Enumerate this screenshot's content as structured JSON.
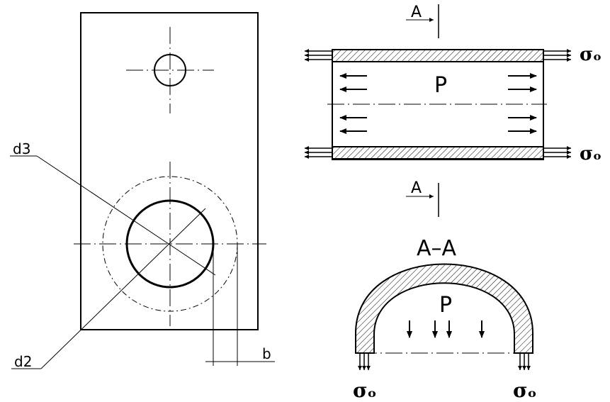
{
  "labels": {
    "d3": "d3",
    "d2": "d2",
    "b": "b",
    "section_mark_top": "A",
    "section_mark_bottom": "A",
    "pressure_pipe": "P",
    "pressure_section": "P",
    "section_title": "A–A",
    "sigma_right_top": "σₒ",
    "sigma_right_bottom": "σₒ",
    "sigma_left": "σₒ",
    "sigma_right": "σₒ"
  },
  "colors": {
    "line": "#000000",
    "hatch": "#000000",
    "background": "#ffffff"
  }
}
